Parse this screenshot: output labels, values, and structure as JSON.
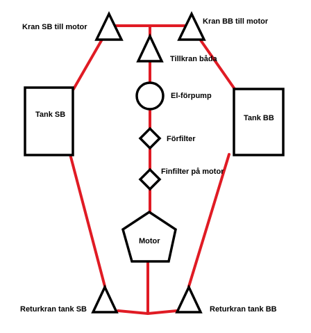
{
  "labels": {
    "kran_sb": "Kran SB till motor",
    "kran_bb": "Kran BB till motor",
    "tillkran": "Tillkran båda",
    "elpump": "El-förpump",
    "forfilter": "Förfilter",
    "finfilter": "Finfilter på motor",
    "tank_sb": "Tank SB",
    "tank_bb": "Tank BB",
    "motor": "Motor",
    "returkran_sb": "Returkran tank SB",
    "returkran_bb": "Returkran tank BB"
  },
  "colors": {
    "pipe": "#e01b24",
    "outline": "#000000"
  }
}
